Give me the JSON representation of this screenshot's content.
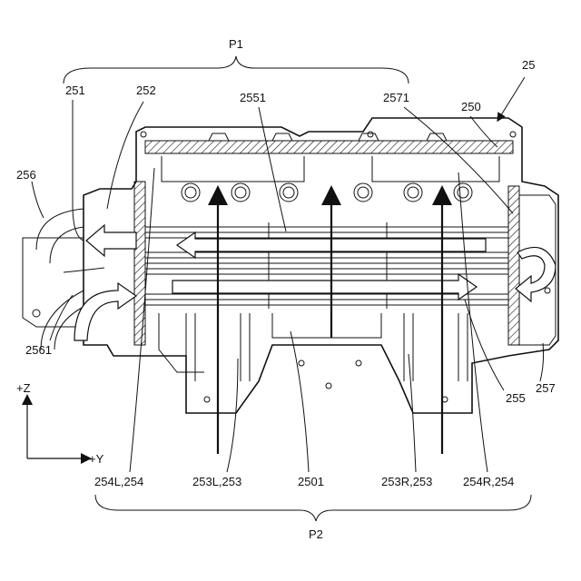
{
  "figure": {
    "labels": {
      "p1": "P1",
      "p2": "P2",
      "ref_25": "25",
      "ref_251": "251",
      "ref_252": "252",
      "ref_2551": "2551",
      "ref_2571": "2571",
      "ref_250": "250",
      "ref_256": "256",
      "ref_2561": "2561",
      "ref_257": "257",
      "ref_255": "255",
      "ref_254L": "254L,254",
      "ref_253L": "253L,253",
      "ref_2501": "2501",
      "ref_253R": "253R,253",
      "ref_254R": "254R,254"
    },
    "axes": {
      "z_label": "+Z",
      "y_label": "+Y"
    }
  }
}
